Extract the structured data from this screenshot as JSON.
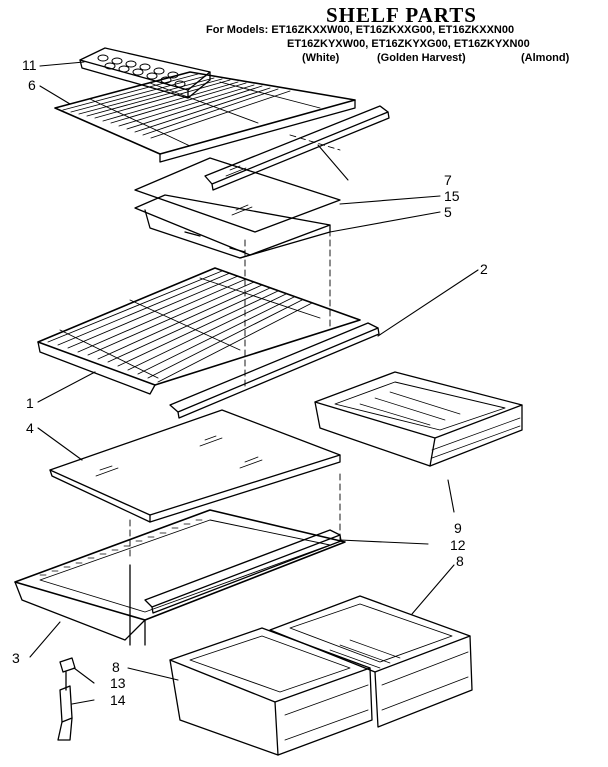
{
  "header": {
    "title": "SHELF PARTS",
    "models_line1": "For Models: ET16ZKXXW00, ET16ZKXXG00, ET16ZKXXN00",
    "models_line2": "ET16ZKYXW00, ET16ZKYXG00, ET16ZKYXN00",
    "color_white": "(White)",
    "color_golden": "(Golden Harvest)",
    "color_almond": "(Almond)"
  },
  "callouts": {
    "c11": "11",
    "c6": "6",
    "c7": "7",
    "c15": "15",
    "c5": "5",
    "c2": "2",
    "c1": "1",
    "c4": "4",
    "c9": "9",
    "c12": "12",
    "c8a": "8",
    "c3": "3",
    "c8b": "8",
    "c13": "13",
    "c14": "14"
  }
}
